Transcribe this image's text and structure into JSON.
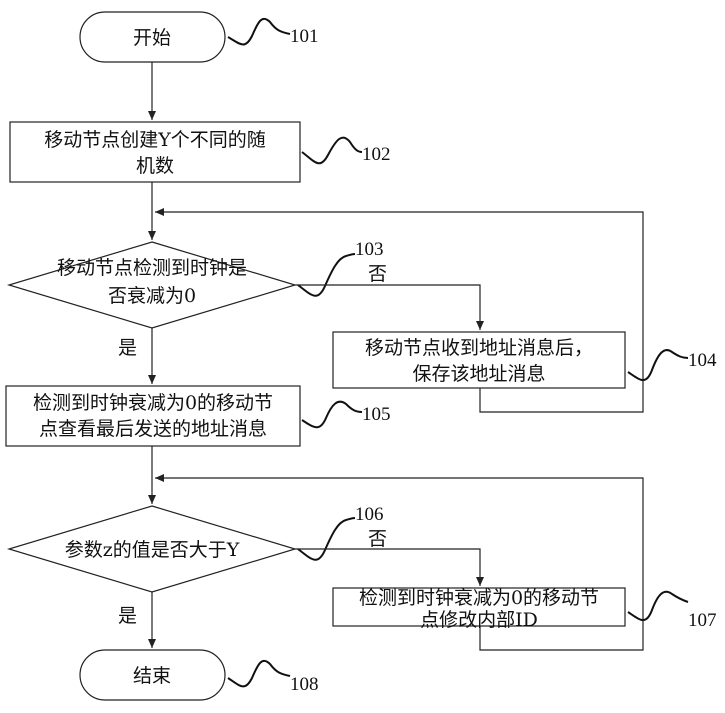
{
  "nodes": {
    "start": {
      "label": "开始",
      "ref": "101"
    },
    "n102": {
      "line1": "移动节点创建Y个不同的随",
      "line2": "机数",
      "ref": "102"
    },
    "d103": {
      "line1": "移动节点检测到时钟是",
      "line2": "否衰减为0",
      "ref": "103"
    },
    "n104": {
      "line1": "移动节点收到地址消息后，",
      "line2": "保存该地址消息",
      "ref": "104"
    },
    "n105": {
      "line1": "检测到时钟衰减为0的移动节",
      "line2": "点查看最后发送的地址消息",
      "ref": "105"
    },
    "d106": {
      "label": "参数z的值是否大于Y",
      "ref": "106"
    },
    "n107": {
      "line1": "检测到时钟衰减为0的移动节",
      "line2": "点修改内部ID",
      "ref": "107"
    },
    "end": {
      "label": "结束",
      "ref": "108"
    }
  },
  "edges": {
    "d103_no": "否",
    "d103_yes": "是",
    "d106_no": "否",
    "d106_yes": "是"
  }
}
